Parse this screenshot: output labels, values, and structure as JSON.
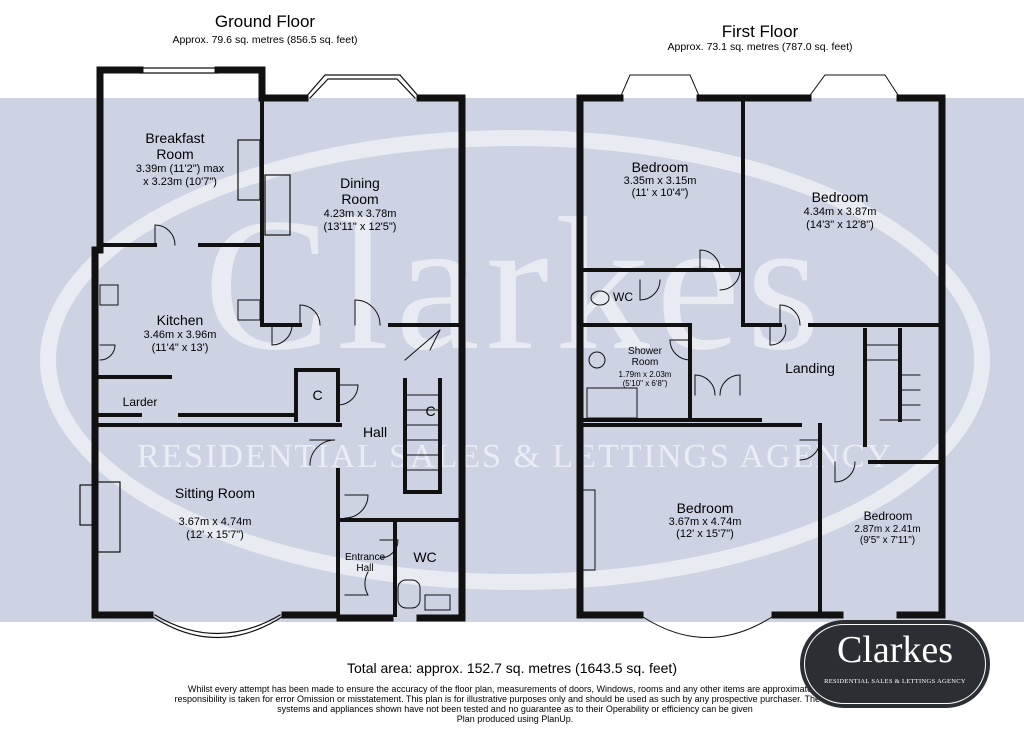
{
  "ground": {
    "title": "Ground Floor",
    "area": "Approx. 79.6 sq. metres (856.5 sq. feet)",
    "rooms": {
      "breakfast_name": "Breakfast Room",
      "breakfast_dim1": "3.39m (11'2\") max",
      "breakfast_dim2": "x 3.23m (10'7\")",
      "dining_name": "Dining Room",
      "dining_dim1": "4.23m x 3.78m",
      "dining_dim2": "(13'11\" x 12'5\")",
      "kitchen_name": "Kitchen",
      "kitchen_dim1": "3.46m x 3.96m",
      "kitchen_dim2": "(11'4\" x 13')",
      "larder": "Larder",
      "cupboard1": "C",
      "cupboard2": "C",
      "hall": "Hall",
      "sitting_name": "Sitting Room",
      "sitting_dim1": "3.67m x 4.74m",
      "sitting_dim2": "(12' x 15'7\")",
      "entrance": "Entrance Hall",
      "wc": "WC"
    }
  },
  "first": {
    "title": "First Floor",
    "area": "Approx. 73.1 sq. metres (787.0 sq. feet)",
    "rooms": {
      "bed1_name": "Bedroom",
      "bed1_dim1": "3.35m x 3.15m",
      "bed1_dim2": "(11' x 10'4\")",
      "bed2_name": "Bedroom",
      "bed2_dim1": "4.34m x 3.87m",
      "bed2_dim2": "(14'3\" x 12'8\")",
      "wc": "WC",
      "shower_name": "Shower Room",
      "shower_dim1": "1.79m x 2.03m",
      "shower_dim2": "(5'10\" x 6'8\")",
      "landing": "Landing",
      "bed3_name": "Bedroom",
      "bed3_dim1": "3.67m x 4.74m",
      "bed3_dim2": "(12' x 15'7\")",
      "bed4_name": "Bedroom",
      "bed4_dim1": "2.87m x 2.41m",
      "bed4_dim2": "(9'5\" x 7'11\")"
    }
  },
  "watermark": {
    "name": "Clarkes",
    "tagline": "RESIDENTIAL SALES & LETTINGS AGENCY"
  },
  "total_area": "Total area: approx. 152.7 sq. metres (1643.5 sq. feet)",
  "disclaimer": "Whilst every attempt has been made to ensure the accuracy of the floor plan, measurements of doors, Windows, rooms and any other items are approximate and no responsibility is taken for error Omission or misstatement. This plan is for illustrative purposes only and should be used as such by any prospective purchaser. The services systems and appliances shown have not been tested and no guarantee as to their Operability or efficiency can be given",
  "produced_by": "Plan produced using PlanUp.",
  "logo": {
    "name": "Clarkes",
    "tagline": "RESIDENTIAL SALES & LETTINGS AGENCY"
  },
  "colors": {
    "band": "#cdd3e3",
    "wall": "#111111",
    "logo_bg": "#2b2f34"
  }
}
